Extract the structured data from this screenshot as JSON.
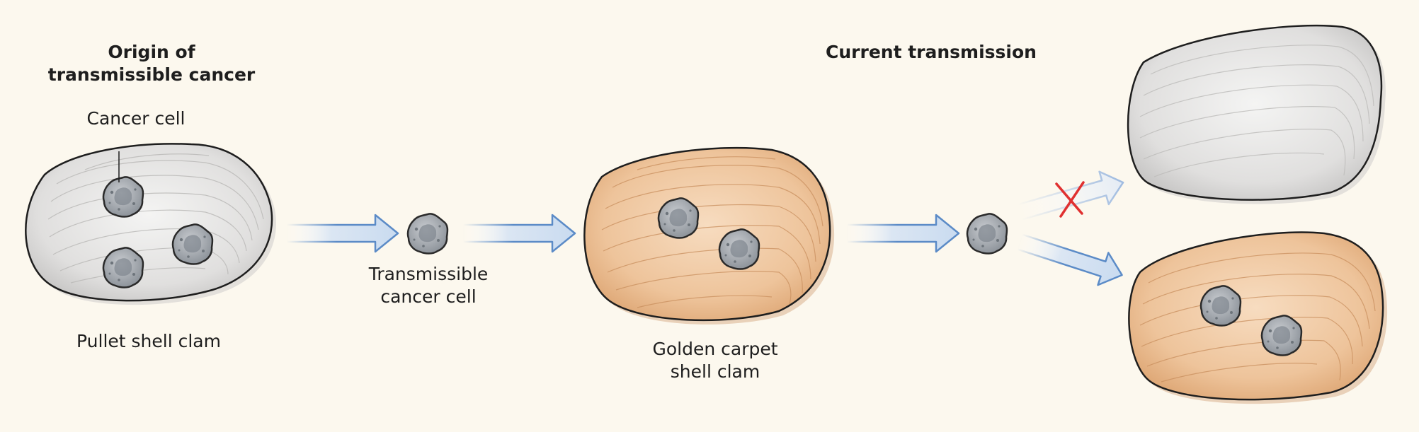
{
  "origin_heading": [
    "Origin of",
    "transmissible cancer"
  ],
  "current_heading": "Current transmission",
  "cancer_cell_label": "Cancer cell",
  "transmissible_label": [
    "Transmissible",
    "cancer cell"
  ],
  "pullet_label": "Pullet shell clam",
  "golden_label": [
    "Golden carpet",
    "shell clam"
  ],
  "colors": {
    "background": "#fcf8ee",
    "grey_shell": "#e3e2e1",
    "tan_shell": "#ecc6a0",
    "arrow": "#5b8bc7",
    "block_mark": "#e03030",
    "cell": "#a6abb1"
  },
  "icons": {
    "cell": "cancer-cell-icon",
    "arrow": "arrow-right-icon",
    "block": "x-mark-icon"
  }
}
